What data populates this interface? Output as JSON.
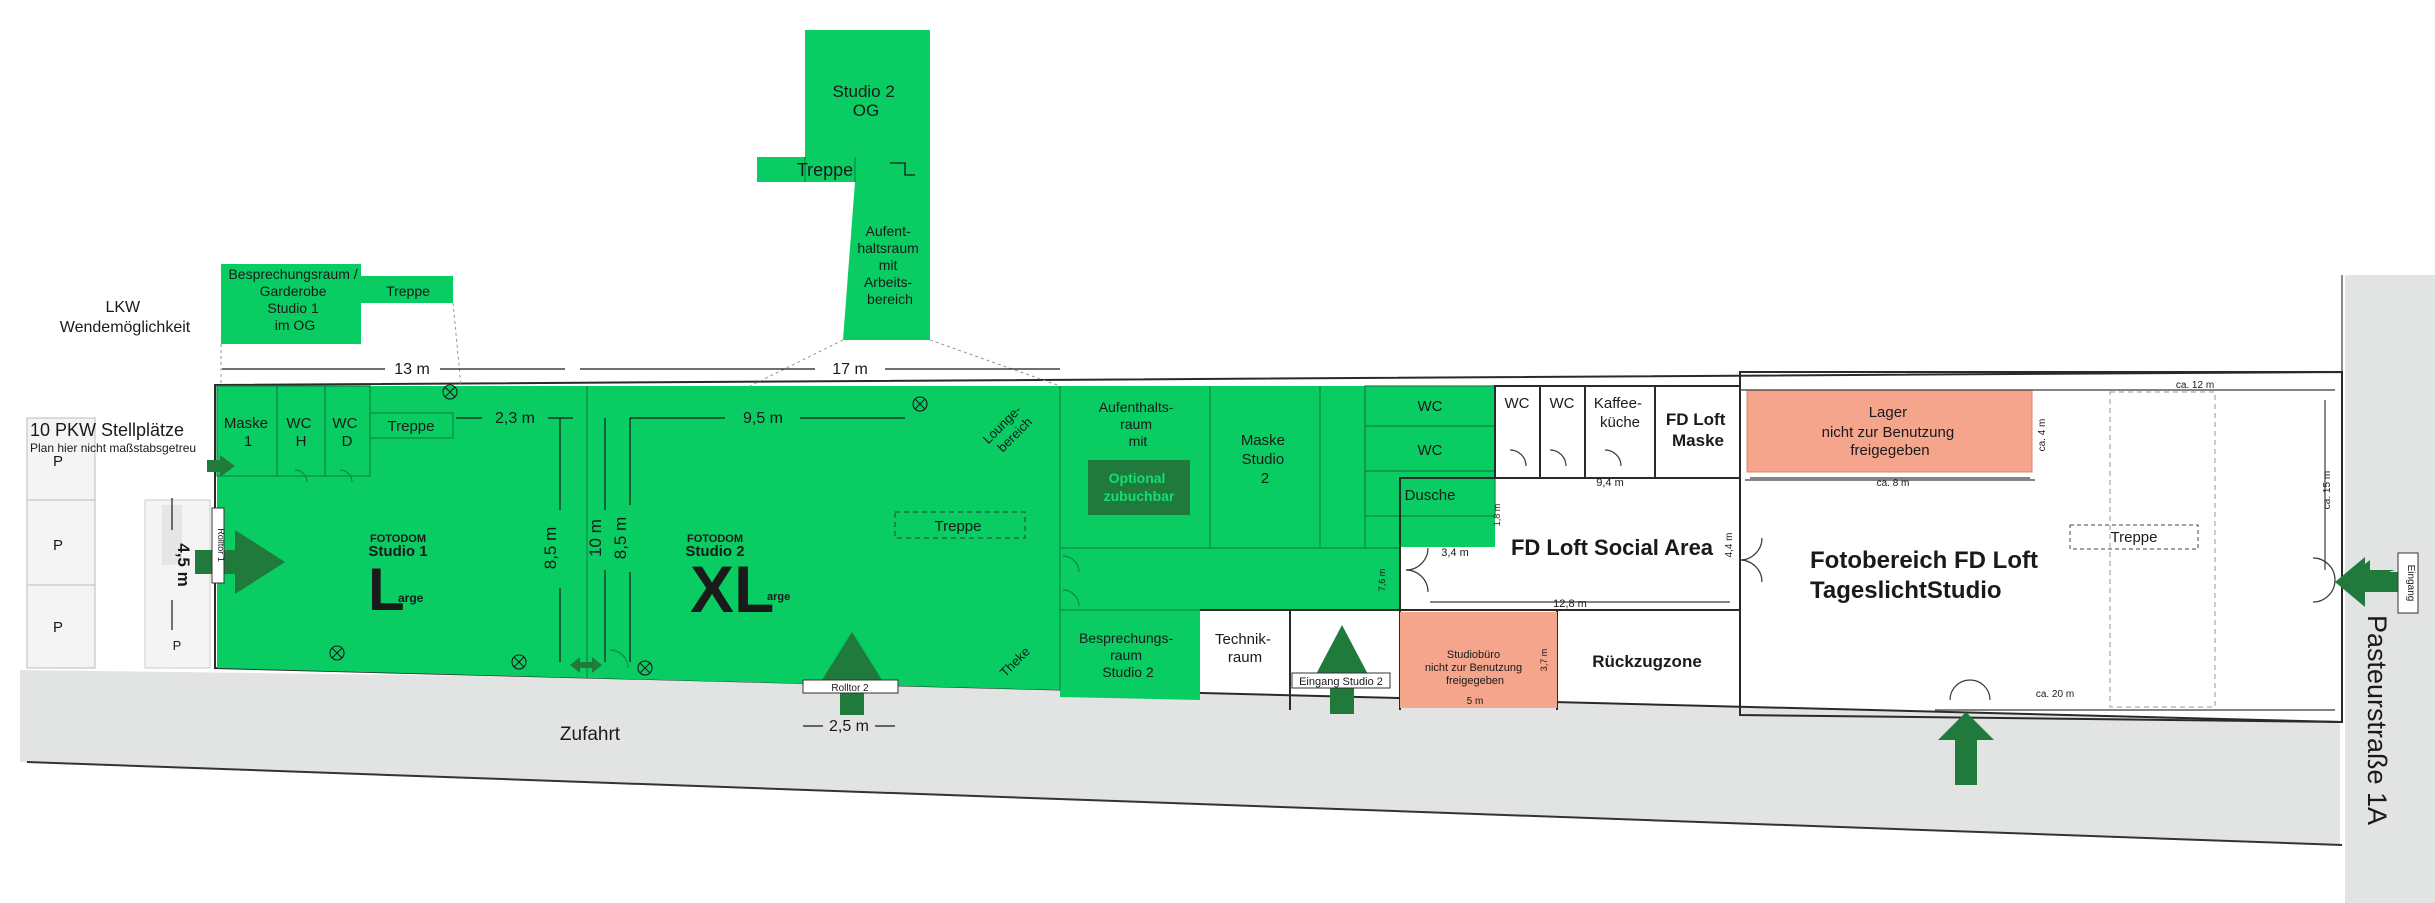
{
  "labels": {
    "lkw": [
      "LKW",
      "Wendemöglichkeit"
    ],
    "parking_title": "10 PKW Stellplätze",
    "parking_note": "Plan hier nicht maßstabsgetreu",
    "p": "P",
    "dim_13": "13 m",
    "dim_17": "17 m",
    "dim_23": "2,3 m",
    "dim_95": "9,5 m",
    "dim_85": "8,5 m",
    "dim_10": "10 m",
    "dim_45": "4,5 m",
    "dim_25": "2,5 m",
    "rolltor1": "Rolltor 1",
    "rolltor2": "Rolltor 2",
    "zufahrt": "Zufahrt",
    "bespr1": [
      "Besprechungsraum /",
      "Garderobe",
      "Studio 1",
      "im OG"
    ],
    "treppe": "Treppe",
    "studio2og": [
      "Studio 2",
      "OG"
    ],
    "aufent_og": [
      "Aufent-",
      "haltsraum",
      "mit",
      "Arbeits-",
      "bereich"
    ],
    "maske1": [
      "Maske",
      "1"
    ],
    "wch": [
      "WC",
      "H"
    ],
    "wcd": [
      "WC",
      "D"
    ],
    "studio1_brand": "FOTODOM",
    "studio1_name": "Studio 1",
    "studio1_big": "L",
    "studio1_small": "arge",
    "studio2_brand": "FOTODOM",
    "studio2_name": "Studio 2",
    "studio2_big": "XL",
    "studio2_small": "arge",
    "lounge": [
      "Lounge-",
      "bereich"
    ],
    "theke": "Theke",
    "aufent2": [
      "Aufenthalts-",
      "raum",
      "mit"
    ],
    "optional": [
      "Optional",
      "zubuchbar"
    ],
    "maske2": [
      "Maske",
      "Studio",
      "2"
    ],
    "wc": "WC",
    "dusche": "Dusche",
    "bespr2": [
      "Besprechungs-",
      "raum",
      "Studio 2"
    ],
    "technik": [
      "Technik-",
      "raum"
    ],
    "eingang2": "Eingang Studio 2",
    "studiobuero": [
      "Studiobüro",
      "nicht zur Benutzung",
      "freigegeben"
    ],
    "dim_5": "5 m",
    "dim_37": "3,7 m",
    "rueckzug": "Rückzugzone",
    "kaffee": [
      "Kaffee-",
      "küche"
    ],
    "fdmaske": [
      "FD Loft",
      "Maske"
    ],
    "dim_94": "9,4 m",
    "dim_18": "1,8 m",
    "dim_34": "3,4 m",
    "dim_44": "4,4 m",
    "dim_128": "12,8 m",
    "dim_76": "7,6 m",
    "social": "FD Loft Social Area",
    "lager": [
      "Lager",
      "nicht zur Benutzung",
      "freigegeben"
    ],
    "ca12": "ca. 12 m",
    "ca4": "ca. 4 m",
    "ca8": "ca. 8 m",
    "ca15": "ca. 15 m",
    "ca20": "ca. 20 m",
    "foto": [
      "Fotobereich FD Loft",
      "TageslichtStudio"
    ],
    "eingang": "Eingang",
    "street": "Pasteurstraße 1A"
  },
  "colors": {
    "studio_green": "#09cc63",
    "dark_green": "#1f7a3c",
    "salmon": "#f4a58b",
    "road_gray": "#e2e4e3"
  }
}
